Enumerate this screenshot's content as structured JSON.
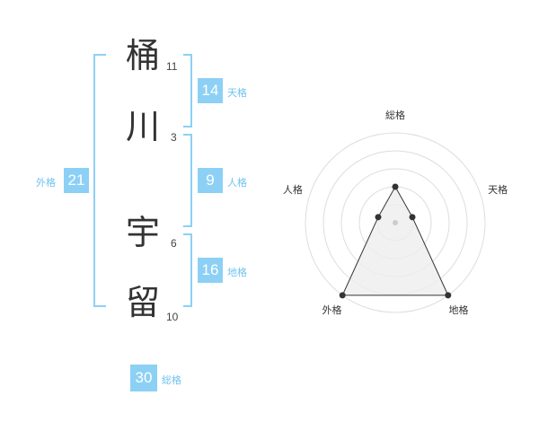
{
  "name": {
    "chars": [
      {
        "char": "桶",
        "strokes": "11"
      },
      {
        "char": "川",
        "strokes": "3"
      },
      {
        "char": "宇",
        "strokes": "6"
      },
      {
        "char": "留",
        "strokes": "10"
      }
    ]
  },
  "fortune": {
    "tenkaku": {
      "value": "14",
      "label": "天格"
    },
    "jinkaku": {
      "value": "9",
      "label": "人格"
    },
    "chikaku": {
      "value": "16",
      "label": "地格"
    },
    "gaikaku": {
      "value": "21",
      "label": "外格"
    },
    "soukaku": {
      "value": "30",
      "label": "総格"
    }
  },
  "radar": {
    "axes": [
      "総格",
      "天格",
      "地格",
      "外格",
      "人格"
    ],
    "values": [
      2,
      1,
      5,
      5,
      1
    ],
    "max": 5,
    "colors": {
      "grid": "#dddddd",
      "fill": "#eeeeee",
      "line": "#333333",
      "point": "#333333"
    }
  }
}
